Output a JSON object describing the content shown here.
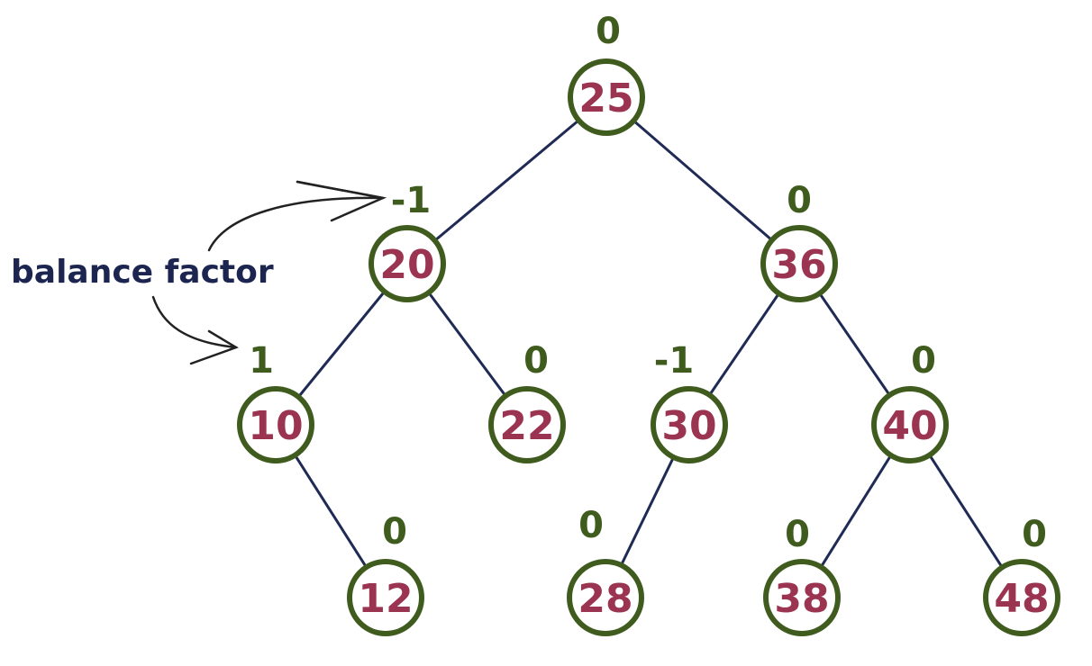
{
  "diagram": {
    "annotation": {
      "text": "balance factor"
    },
    "nodes": [
      {
        "id": "n25",
        "value": "25",
        "balance_factor": "0"
      },
      {
        "id": "n20",
        "value": "20",
        "balance_factor": "-1"
      },
      {
        "id": "n36",
        "value": "36",
        "balance_factor": "0"
      },
      {
        "id": "n10",
        "value": "10",
        "balance_factor": "1"
      },
      {
        "id": "n22",
        "value": "22",
        "balance_factor": "0"
      },
      {
        "id": "n30",
        "value": "30",
        "balance_factor": "-1"
      },
      {
        "id": "n40",
        "value": "40",
        "balance_factor": "0"
      },
      {
        "id": "n12",
        "value": "12",
        "balance_factor": "0"
      },
      {
        "id": "n28",
        "value": "28",
        "balance_factor": "0"
      },
      {
        "id": "n38",
        "value": "38",
        "balance_factor": "0"
      },
      {
        "id": "n48",
        "value": "48",
        "balance_factor": "0"
      }
    ],
    "edges": [
      [
        "n25",
        "n20"
      ],
      [
        "n25",
        "n36"
      ],
      [
        "n20",
        "n10"
      ],
      [
        "n20",
        "n22"
      ],
      [
        "n36",
        "n30"
      ],
      [
        "n36",
        "n40"
      ],
      [
        "n10",
        "n12"
      ],
      [
        "n30",
        "n28"
      ],
      [
        "n40",
        "n38"
      ],
      [
        "n40",
        "n48"
      ]
    ],
    "colors": {
      "node_outline": "#3f5c1e",
      "node_value": "#9b3450",
      "balance_factor": "#3f5c1e",
      "edge": "#1f2a55",
      "annotation_text": "#1c2450"
    }
  }
}
